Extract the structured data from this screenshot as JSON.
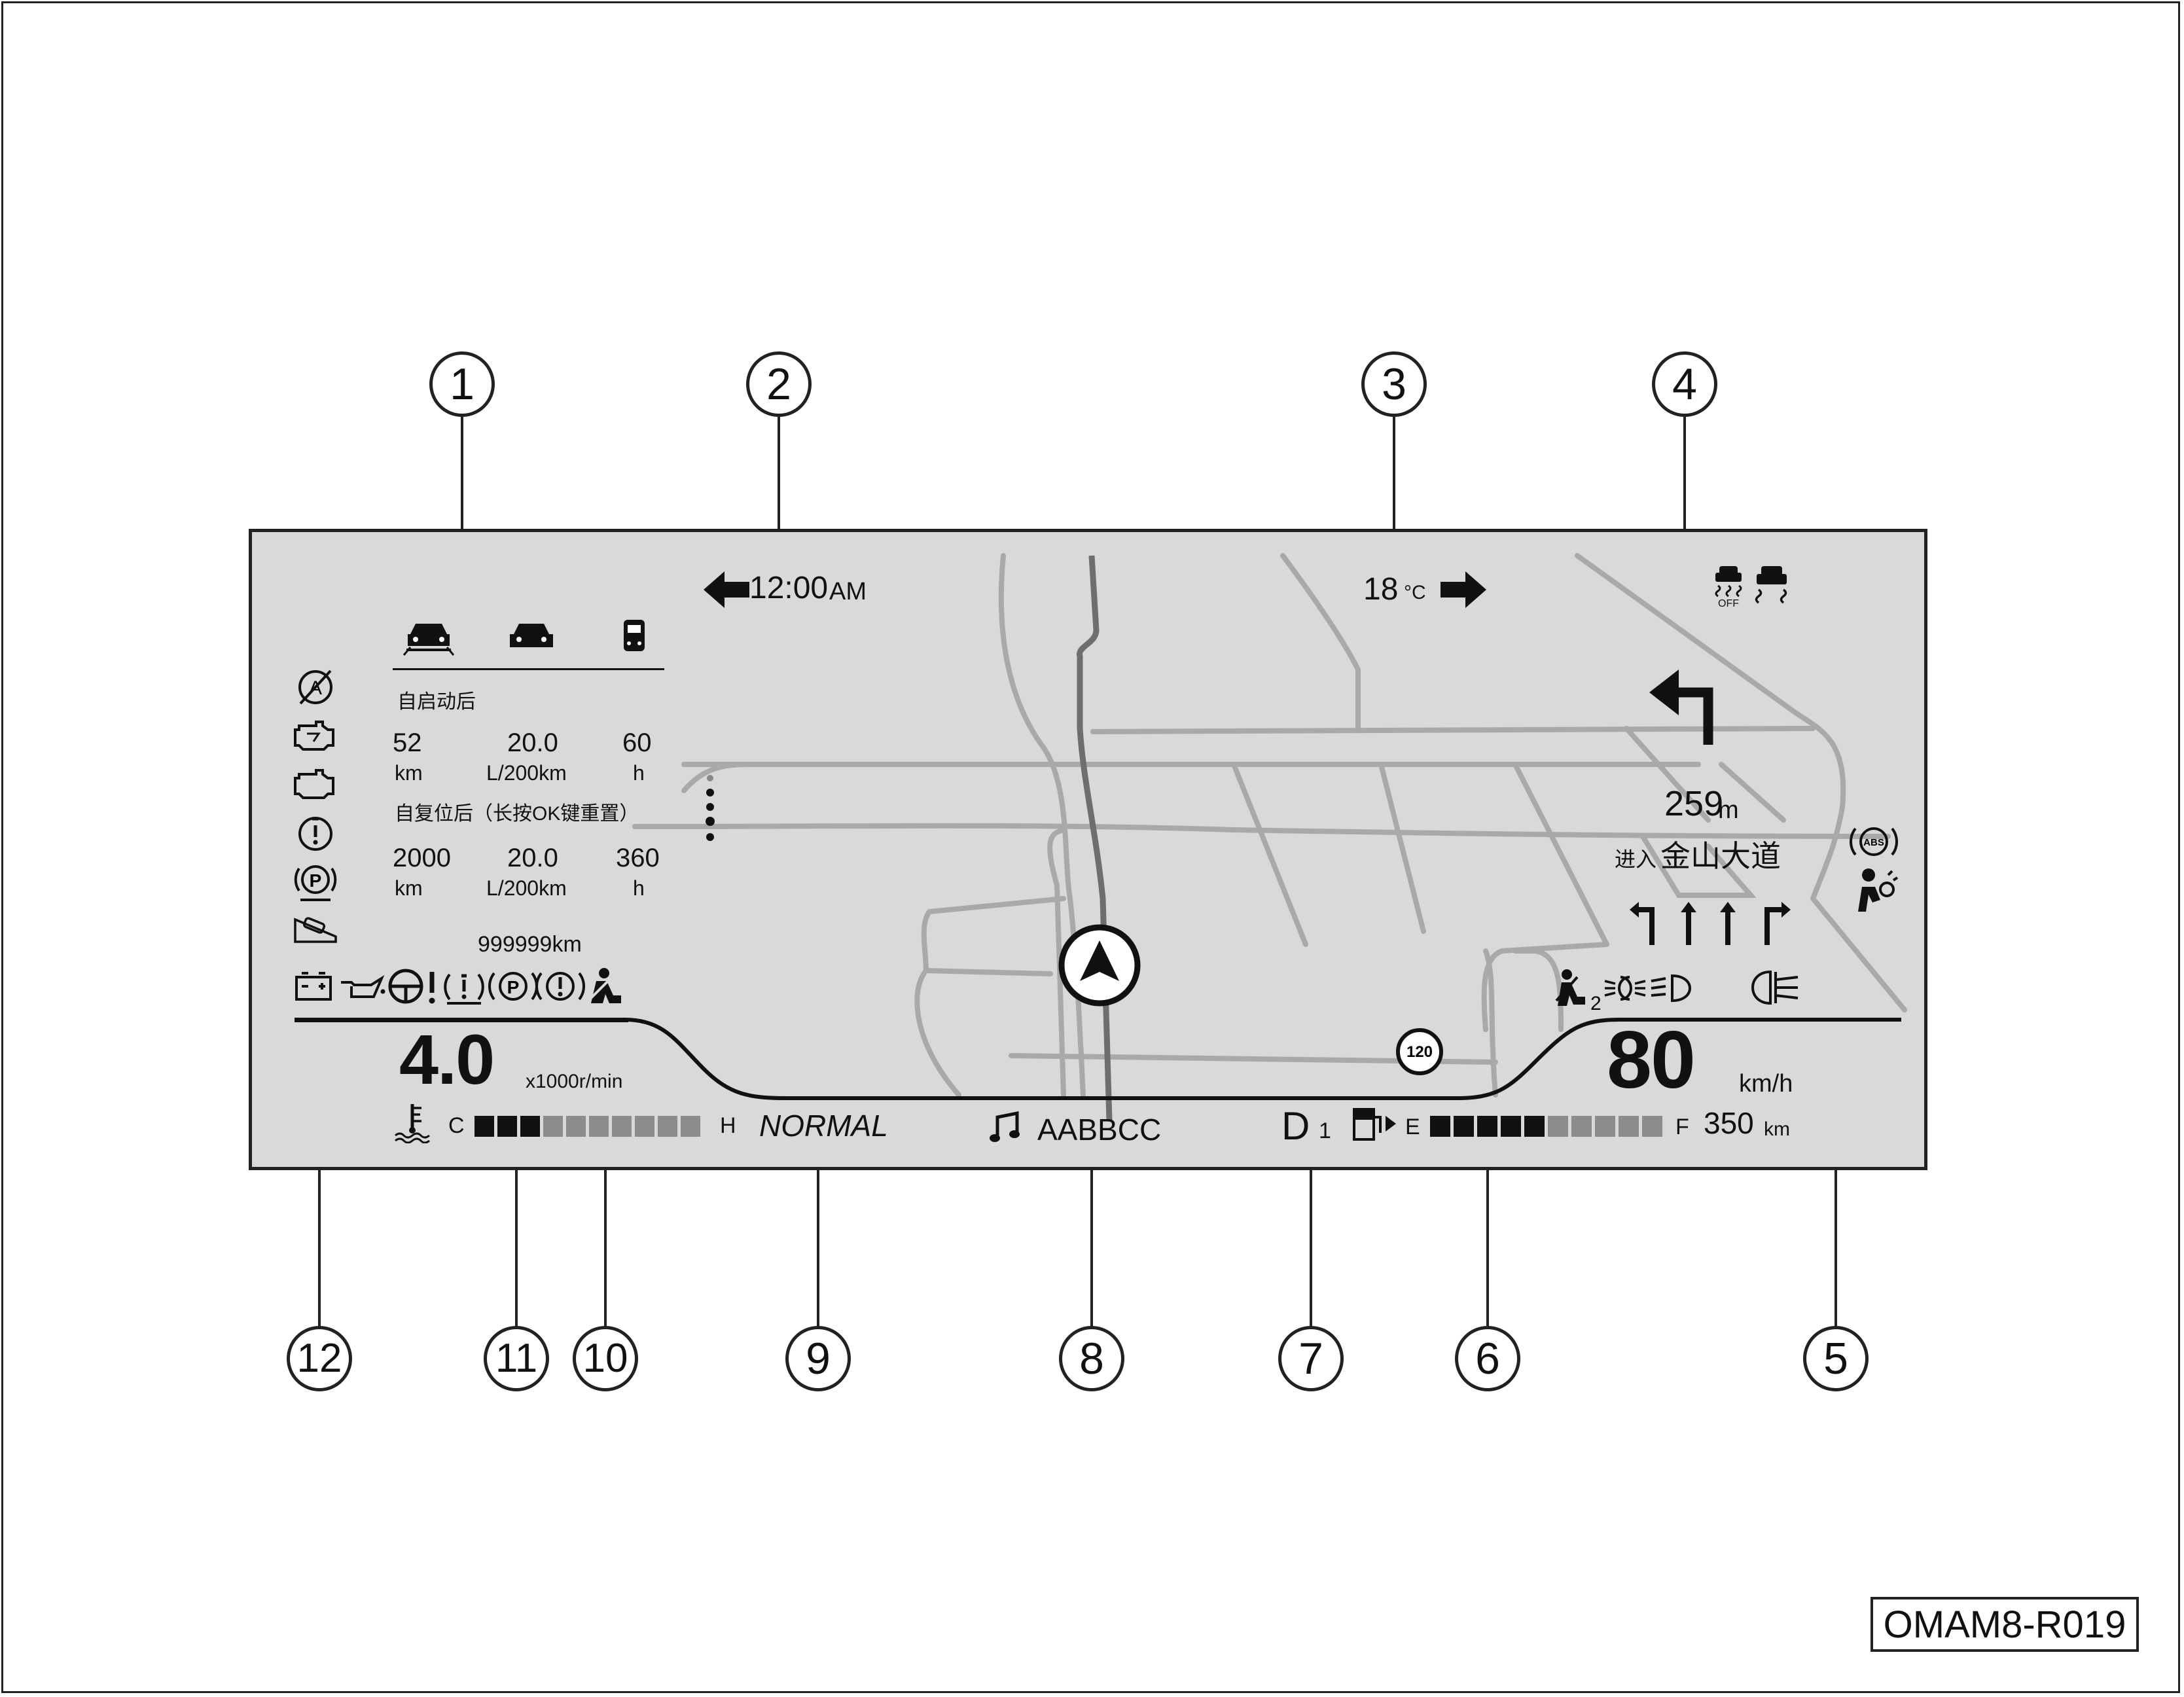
{
  "time": {
    "value": "12:00",
    "suffix": "AM"
  },
  "temperature": {
    "value": "18",
    "unit": "°C"
  },
  "trip": {
    "since_start_label": "自启动后",
    "since_start": [
      {
        "value": "52",
        "unit": "km"
      },
      {
        "value": "20.0",
        "unit": "L/200km"
      },
      {
        "value": "60",
        "unit": "h"
      }
    ],
    "since_reset_label": "自复位后（长按OK键重置）",
    "since_reset": [
      {
        "value": "2000",
        "unit": "km"
      },
      {
        "value": "20.0",
        "unit": "L/200km"
      },
      {
        "value": "360",
        "unit": "h"
      }
    ]
  },
  "odometer": "999999km",
  "navigation": {
    "distance": "259",
    "distance_unit": "m",
    "road_prefix": "进入",
    "road_name": "金山大道"
  },
  "speed_limit": "120",
  "speed": {
    "value": "80",
    "unit": "km/h"
  },
  "rpm": {
    "value": "4.0",
    "unit": "x1000r/min"
  },
  "coolant": {
    "cold_label": "C",
    "hot_label": "H",
    "filled_segments": 3,
    "total_segments": 10
  },
  "drive_mode": "NORMAL",
  "media": {
    "track": "AABBCC"
  },
  "gear": {
    "letter": "D",
    "number": "1"
  },
  "fuel": {
    "empty_label": "E",
    "full_label": "F",
    "filled_segments": 5,
    "total_segments": 10,
    "range_value": "350",
    "range_unit": "km"
  },
  "abs_label": "ABS",
  "tc_off_label": "OFF",
  "callouts": [
    "1",
    "2",
    "3",
    "4",
    "5",
    "6",
    "7",
    "8",
    "9",
    "10",
    "11",
    "12"
  ],
  "figure_code": "OMAM8-R019",
  "colors": {
    "panel": "#d9d9d9",
    "map_road": "#a9a9a9",
    "route": "#6e6e6e",
    "filled_segment": "#111111",
    "empty_segment": "#8c8c8c"
  }
}
